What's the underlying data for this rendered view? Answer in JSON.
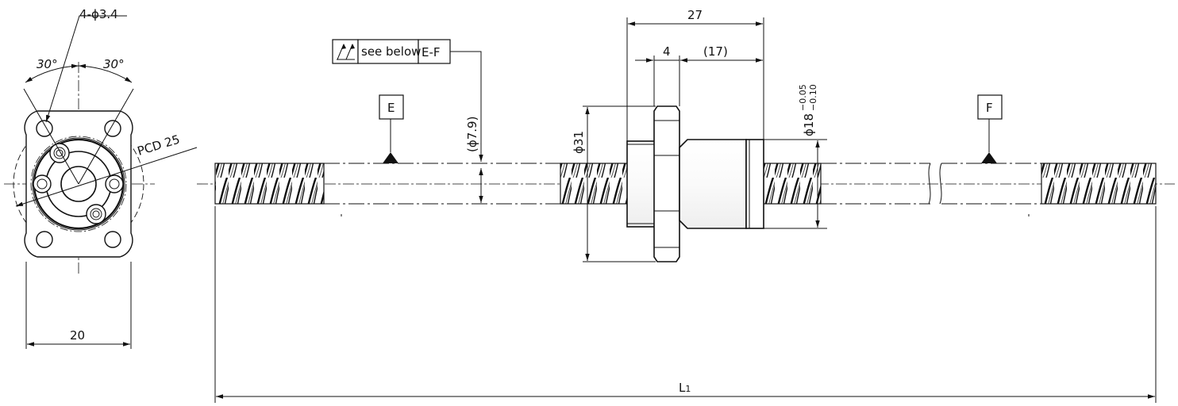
{
  "labels": {
    "holes": "4-ϕ3.4",
    "angle_left": "30°",
    "angle_right": "30°",
    "pcd": "PCD 25",
    "width": "20",
    "callout_note": "see below",
    "callout_ref": "E-F",
    "datum_e": "E",
    "datum_f": "F",
    "thread_dia": "(ϕ7.9)",
    "flange_dia": "ϕ31",
    "nut_length": "27",
    "flange_thk": "4",
    "body_length": "(17)",
    "fit_dia": "ϕ18",
    "tol_upper": "−0.05",
    "tol_lower": "−0.10",
    "total_length": "L",
    "total_length_sub": "1"
  }
}
